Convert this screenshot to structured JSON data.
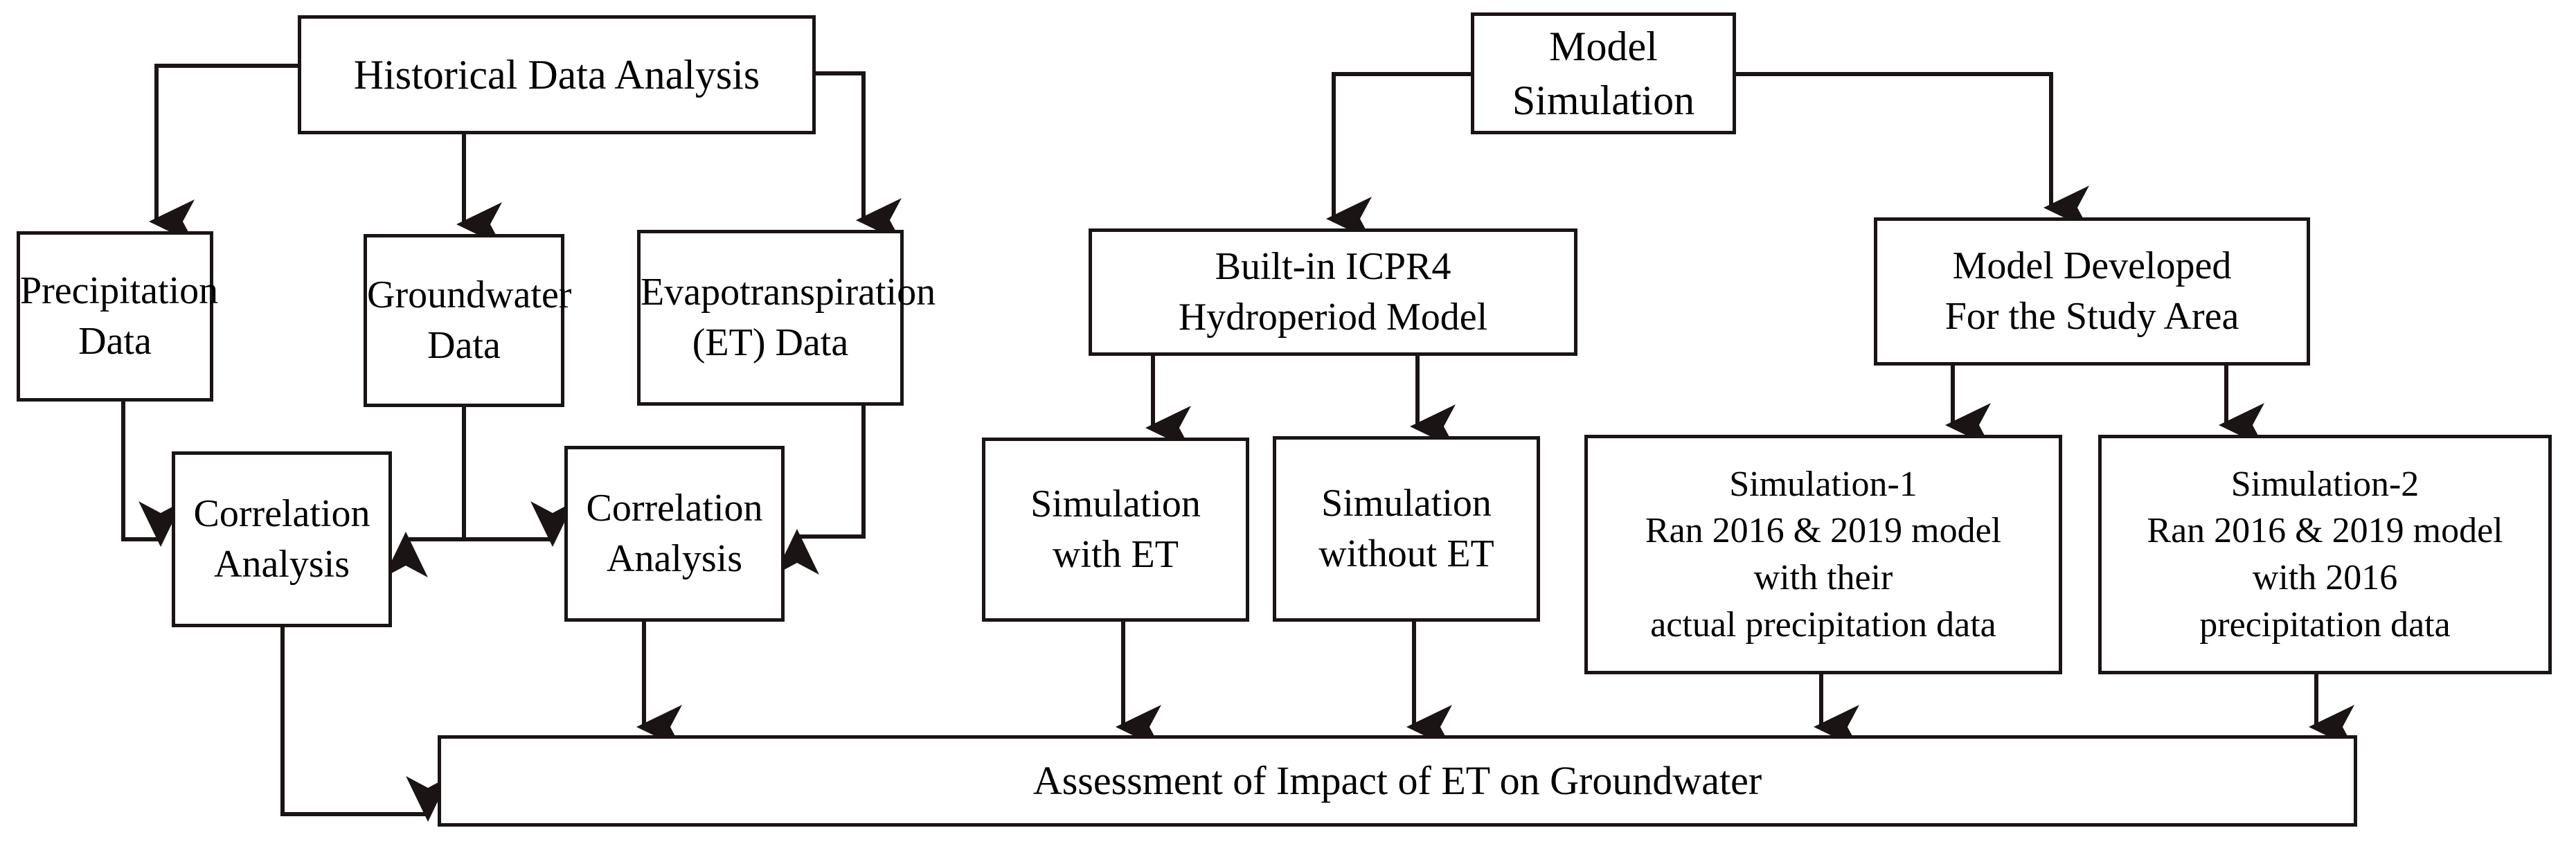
{
  "diagram": {
    "title": "Methodology flowchart: Assessment of Impact of ET on Groundwater",
    "type": "flowchart",
    "colors": {
      "background": "#ffffff",
      "node_border": "#1a1414",
      "node_fill": "#ffffff",
      "connector": "#1a1414",
      "text": "#000000"
    }
  },
  "nodes": {
    "historical_data_analysis": "Historical Data Analysis",
    "model_simulation": "Model Simulation",
    "precipitation_data": "Precipitation\nData",
    "groundwater_data": "Groundwater\nData",
    "evapotranspiration_data": "Evapotranspiration\n(ET) Data",
    "builtin_icpr4": "Built-in ICPR4\nHydroperiod Model",
    "model_developed": "Model Developed\nFor the Study Area",
    "correlation_analysis_1": "Correlation\nAnalysis",
    "correlation_analysis_2": "Correlation\nAnalysis",
    "simulation_with_et": "Simulation\nwith ET",
    "simulation_without_et": "Simulation\nwithout ET",
    "simulation_1": "Simulation-1\nRan 2016 & 2019 model\nwith their\nactual precipitation data",
    "simulation_2": "Simulation-2\nRan 2016 & 2019 model\nwith 2016\nprecipitation data",
    "assessment": "Assessment of Impact of ET on Groundwater"
  },
  "edges": [
    {
      "from": "historical_data_analysis",
      "to": "precipitation_data",
      "arrow": "down"
    },
    {
      "from": "historical_data_analysis",
      "to": "groundwater_data",
      "arrow": "down"
    },
    {
      "from": "historical_data_analysis",
      "to": "evapotranspiration_data",
      "arrow": "down"
    },
    {
      "from": "model_simulation",
      "to": "builtin_icpr4",
      "arrow": "down"
    },
    {
      "from": "model_simulation",
      "to": "model_developed",
      "arrow": "down"
    },
    {
      "from": "precipitation_data",
      "to": "correlation_analysis_1",
      "arrow": "right"
    },
    {
      "from": "groundwater_data",
      "to": "correlation_analysis_1",
      "arrow": "left"
    },
    {
      "from": "groundwater_data",
      "to": "correlation_analysis_2",
      "arrow": "right"
    },
    {
      "from": "evapotranspiration_data",
      "to": "correlation_analysis_2",
      "arrow": "left"
    },
    {
      "from": "builtin_icpr4",
      "to": "simulation_with_et",
      "arrow": "down"
    },
    {
      "from": "builtin_icpr4",
      "to": "simulation_without_et",
      "arrow": "down"
    },
    {
      "from": "model_developed",
      "to": "simulation_1",
      "arrow": "down"
    },
    {
      "from": "model_developed",
      "to": "simulation_2",
      "arrow": "down"
    },
    {
      "from": "correlation_analysis_1",
      "to": "assessment",
      "arrow": "right"
    },
    {
      "from": "correlation_analysis_2",
      "to": "assessment",
      "arrow": "down"
    },
    {
      "from": "simulation_with_et",
      "to": "assessment",
      "arrow": "down"
    },
    {
      "from": "simulation_without_et",
      "to": "assessment",
      "arrow": "down"
    },
    {
      "from": "simulation_1",
      "to": "assessment",
      "arrow": "down"
    },
    {
      "from": "simulation_2",
      "to": "assessment",
      "arrow": "down"
    }
  ]
}
